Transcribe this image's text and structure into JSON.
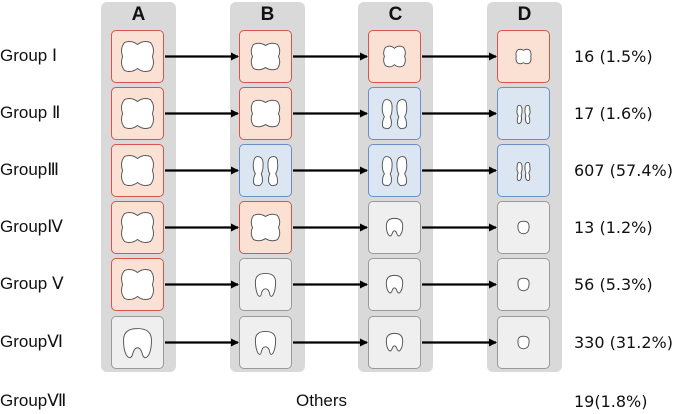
{
  "columns": [
    "A",
    "B",
    "C",
    "D"
  ],
  "rows": [
    {
      "group": "Group Ⅰ",
      "cells": [
        "red",
        "red",
        "red",
        "red"
      ],
      "count": "16 (1.5%)"
    },
    {
      "group": "Group Ⅱ",
      "cells": [
        "red",
        "red",
        "blue",
        "blue"
      ],
      "count": "17 (1.6%)"
    },
    {
      "group": "GroupⅢ",
      "cells": [
        "red",
        "blue",
        "blue",
        "blue"
      ],
      "count": "607 (57.4%)"
    },
    {
      "group": "GroupⅣ",
      "cells": [
        "red",
        "red",
        "gray",
        "gray"
      ],
      "count": "13 (1.2%)"
    },
    {
      "group": "Group Ⅴ",
      "cells": [
        "red",
        "gray",
        "gray",
        "gray"
      ],
      "count": "56 (5.3%)"
    },
    {
      "group": "GroupⅥ",
      "cells": [
        "gray",
        "gray",
        "gray",
        "gray"
      ],
      "count": "330 (31.2%)"
    }
  ],
  "last_row": {
    "group": "GroupⅦ",
    "label": "Others",
    "count": "19(1.8%)"
  },
  "colors": {
    "red_fill": "#fbe1d4",
    "red_border": "#d9534f",
    "blue_fill": "#dce6f3",
    "blue_border": "#6a8ec8",
    "gray_fill": "#efefef",
    "gray_border": "#9a9a9a",
    "column_bg": "#d9d9d9"
  }
}
